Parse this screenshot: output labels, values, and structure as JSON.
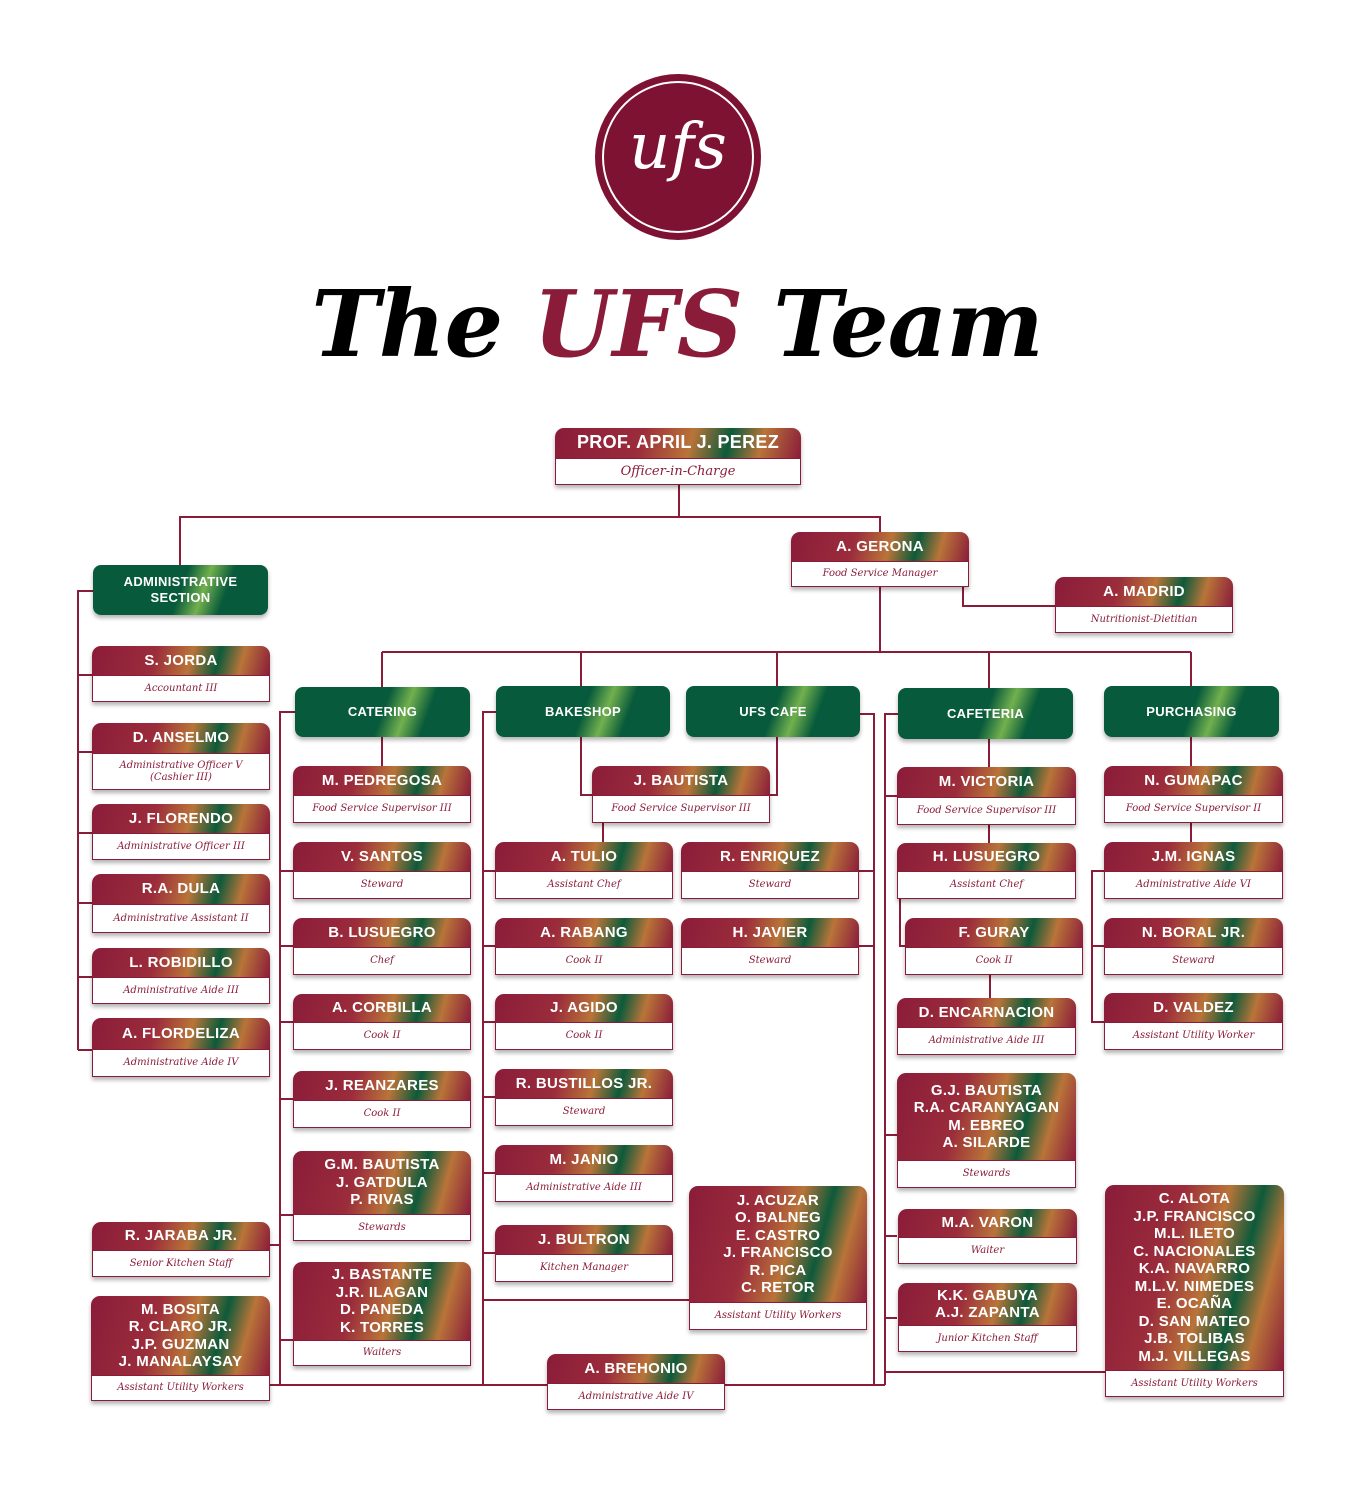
{
  "logo_text": "ufs",
  "title": {
    "pre": "The ",
    "accent": "UFS",
    "post": " Team"
  },
  "colors": {
    "maroon": "#8a1c3a",
    "green": "#075a3b"
  },
  "head": {
    "name": "PROF. APRIL J. PEREZ",
    "title": "Officer-in-Charge"
  },
  "sections": [
    "ADMINISTRATIVE\nSECTION",
    "CATERING",
    "BAKESHOP",
    "UFS CAFE",
    "CAFETERIA",
    "PURCHASING"
  ],
  "cards": [
    {
      "name": "A. GERONA",
      "title": "Food Service Manager"
    },
    {
      "name": "A. MADRID",
      "title": "Nutritionist-Dietitian"
    },
    {
      "name": "S. JORDA",
      "title": "Accountant III"
    },
    {
      "name": "D. ANSELMO",
      "title": "Administrative Officer V\n(Cashier III)"
    },
    {
      "name": "J. FLORENDO",
      "title": "Administrative Officer III"
    },
    {
      "name": "R.A. DULA",
      "title": "Administrative Assistant II"
    },
    {
      "name": "L. ROBIDILLO",
      "title": "Administrative Aide III"
    },
    {
      "name": "A. FLORDELIZA",
      "title": "Administrative Aide IV"
    },
    {
      "name": "R. JARABA JR.",
      "title": "Senior Kitchen Staff"
    },
    {
      "name": "M. BOSITA\nR. CLARO JR.\nJ.P. GUZMAN\nJ. MANALAYSAY",
      "title": "Assistant Utility Workers"
    },
    {
      "name": "M. PEDREGOSA",
      "title": "Food Service Supervisor III"
    },
    {
      "name": "V. SANTOS",
      "title": "Steward"
    },
    {
      "name": "B. LUSUEGRO",
      "title": "Chef"
    },
    {
      "name": "A. CORBILLA",
      "title": "Cook II"
    },
    {
      "name": "J. REANZARES",
      "title": "Cook II"
    },
    {
      "name": "G.M. BAUTISTA\nJ. GATDULA\nP. RIVAS",
      "title": "Stewards"
    },
    {
      "name": "J. BASTANTE\nJ.R. ILAGAN\nD. PANEDA\nK. TORRES",
      "title": "Waiters"
    },
    {
      "name": "J. BAUTISTA",
      "title": "Food Service Supervisor III"
    },
    {
      "name": "A. TULIO",
      "title": "Assistant Chef"
    },
    {
      "name": "R. ENRIQUEZ",
      "title": "Steward"
    },
    {
      "name": "A. RABANG",
      "title": "Cook II"
    },
    {
      "name": "H. JAVIER",
      "title": "Steward"
    },
    {
      "name": "J. AGIDO",
      "title": "Cook II"
    },
    {
      "name": "R. BUSTILLOS JR.",
      "title": "Steward"
    },
    {
      "name": "M. JANIO",
      "title": "Administrative Aide III"
    },
    {
      "name": "J. BULTRON",
      "title": "Kitchen Manager"
    },
    {
      "name": "J. ACUZAR\nO. BALNEG\nE. CASTRO\nJ. FRANCISCO\nR. PICA\nC. RETOR",
      "title": "Assistant Utility Workers"
    },
    {
      "name": "A. BREHONIO",
      "title": "Administrative Aide IV"
    },
    {
      "name": "M. VICTORIA",
      "title": "Food Service Supervisor III"
    },
    {
      "name": "H. LUSUEGRO",
      "title": "Assistant Chef"
    },
    {
      "name": "F. GURAY",
      "title": "Cook II"
    },
    {
      "name": "D. ENCARNACION",
      "title": "Administrative Aide III"
    },
    {
      "name": "G.J. BAUTISTA\nR.A. CARANYAGAN\nM. EBREO\nA. SILARDE",
      "title": "Stewards"
    },
    {
      "name": "M.A. VARON",
      "title": "Waiter"
    },
    {
      "name": "K.K. GABUYA\nA.J. ZAPANTA",
      "title": "Junior Kitchen Staff"
    },
    {
      "name": "N. GUMAPAC",
      "title": "Food Service Supervisor II"
    },
    {
      "name": "J.M. IGNAS",
      "title": "Administrative Aide VI"
    },
    {
      "name": "N. BORAL JR.",
      "title": "Steward"
    },
    {
      "name": "D. VALDEZ",
      "title": "Assistant Utility Worker"
    },
    {
      "name": "C. ALOTA\nJ.P. FRANCISCO\nM.L. ILETO\nC. NACIONALES\nK.A. NAVARRO\nM.L.V. NIMEDES\nE. OCAÑA\nD. SAN MATEO\nJ.B. TOLIBAS\nM.J. VILLEGAS",
      "title": "Assistant Utility Workers"
    }
  ]
}
